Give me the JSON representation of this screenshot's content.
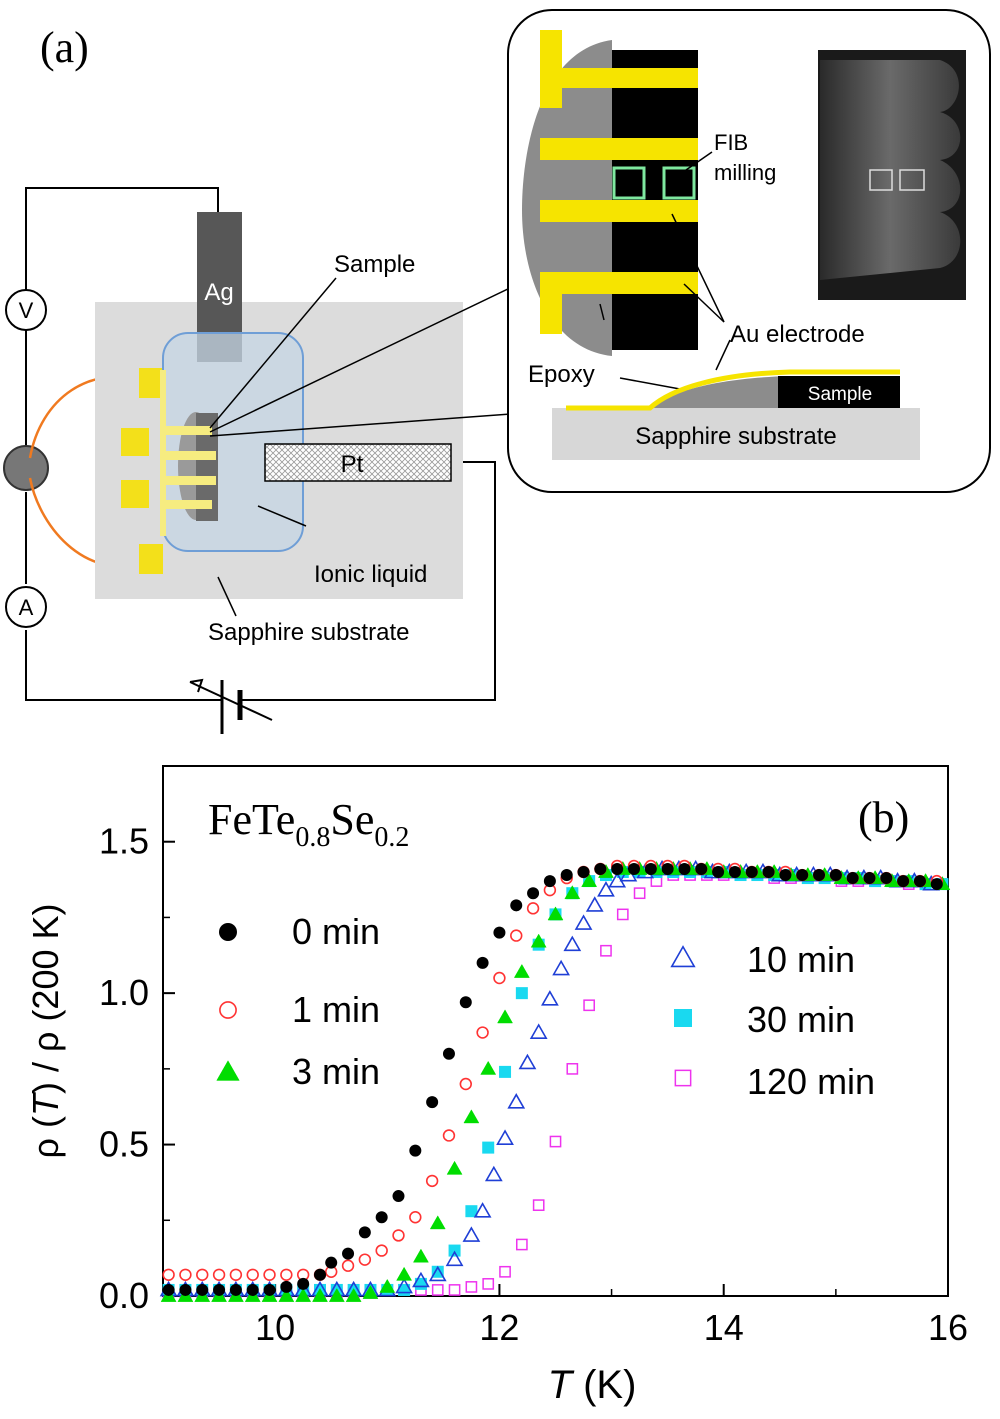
{
  "panel_a": {
    "label": "(a)",
    "voltmeter": "V",
    "ammeter": "A",
    "ag_electrode": "Ag",
    "pt_electrode": "Pt",
    "sample_callout": "Sample",
    "ionic_liquid": "Ionic liquid",
    "substrate": "Sapphire substrate",
    "inset": {
      "fib_line1": "FIB",
      "fib_line2": "milling",
      "au_electrode": "Au electrode",
      "epoxy": "Epoxy",
      "sample_box": "Sample",
      "substrate": "Sapphire substrate"
    }
  },
  "panel_b": {
    "label": "(b)",
    "material": {
      "base1": "FeTe",
      "sub1": "0.8",
      "base2": "Se",
      "sub2": "0.2"
    },
    "ylabel": {
      "p1": "ρ (",
      "T": "T",
      "p2": ") / ρ (200 K)"
    },
    "xlabel": {
      "T": "T",
      "rest": " (K)"
    },
    "legend": [
      "0 min",
      "1 min",
      "3 min",
      "10 min",
      "30 min",
      "120 min"
    ]
  },
  "chart_data": {
    "type": "scatter",
    "title": "",
    "xlabel": "T (K)",
    "ylabel": "ρ (T) / ρ (200 K)",
    "xlim": [
      9,
      16
    ],
    "ylim": [
      0,
      1.75
    ],
    "xticks": [
      10,
      12,
      14,
      16
    ],
    "yticks": [
      0.0,
      0.5,
      1.0,
      1.5
    ],
    "xtick_labels": [
      "10",
      "12",
      "14",
      "16"
    ],
    "ytick_labels": [
      "0.0",
      "0.5",
      "1.0",
      "1.5"
    ],
    "legend_position": "center",
    "series": [
      {
        "name": "0 min",
        "marker": "circle-filled",
        "color": "#000000",
        "x": [
          9.05,
          9.2,
          9.35,
          9.5,
          9.65,
          9.8,
          9.95,
          10.1,
          10.25,
          10.4,
          10.5,
          10.65,
          10.8,
          10.95,
          11.1,
          11.25,
          11.4,
          11.55,
          11.7,
          11.85,
          12.0,
          12.15,
          12.3,
          12.45,
          12.6,
          12.75,
          12.9,
          13.05,
          13.2,
          13.35,
          13.5,
          13.65,
          13.8,
          13.95,
          14.1,
          14.25,
          14.4,
          14.55,
          14.7,
          14.85,
          15.0,
          15.15,
          15.3,
          15.45,
          15.6,
          15.75,
          15.9
        ],
        "y": [
          0.02,
          0.02,
          0.02,
          0.02,
          0.02,
          0.02,
          0.02,
          0.03,
          0.04,
          0.07,
          0.11,
          0.14,
          0.21,
          0.26,
          0.33,
          0.48,
          0.64,
          0.8,
          0.97,
          1.1,
          1.2,
          1.29,
          1.33,
          1.37,
          1.39,
          1.4,
          1.41,
          1.41,
          1.41,
          1.41,
          1.41,
          1.41,
          1.41,
          1.4,
          1.4,
          1.4,
          1.4,
          1.39,
          1.39,
          1.39,
          1.39,
          1.38,
          1.38,
          1.38,
          1.37,
          1.37,
          1.36
        ]
      },
      {
        "name": "1 min",
        "marker": "circle-open",
        "color": "#ff3333",
        "x": [
          9.05,
          9.2,
          9.35,
          9.5,
          9.65,
          9.8,
          9.95,
          10.1,
          10.25,
          10.4,
          10.5,
          10.65,
          10.8,
          10.95,
          11.1,
          11.25,
          11.4,
          11.55,
          11.7,
          11.85,
          12.0,
          12.15,
          12.3,
          12.45,
          12.6,
          12.75,
          12.9,
          13.05,
          13.2,
          13.35,
          13.5,
          13.65,
          13.8,
          13.95,
          14.1,
          14.25,
          14.4,
          14.55,
          14.7,
          14.85,
          15.0,
          15.15,
          15.3,
          15.45,
          15.6,
          15.75,
          15.9
        ],
        "y": [
          0.07,
          0.07,
          0.07,
          0.07,
          0.07,
          0.07,
          0.07,
          0.07,
          0.07,
          0.07,
          0.08,
          0.1,
          0.12,
          0.15,
          0.2,
          0.26,
          0.38,
          0.53,
          0.7,
          0.87,
          1.05,
          1.19,
          1.28,
          1.34,
          1.38,
          1.4,
          1.41,
          1.42,
          1.42,
          1.42,
          1.42,
          1.42,
          1.41,
          1.41,
          1.41,
          1.4,
          1.4,
          1.4,
          1.39,
          1.39,
          1.39,
          1.38,
          1.38,
          1.38,
          1.37,
          1.37,
          1.37
        ]
      },
      {
        "name": "3 min",
        "marker": "triangle-filled",
        "color": "#00dd00",
        "x": [
          9.05,
          9.2,
          9.35,
          9.5,
          9.65,
          9.8,
          9.95,
          10.1,
          10.25,
          10.4,
          10.55,
          10.7,
          10.85,
          11.0,
          11.15,
          11.3,
          11.45,
          11.6,
          11.75,
          11.9,
          12.05,
          12.2,
          12.35,
          12.5,
          12.65,
          12.8,
          12.95,
          13.1,
          13.25,
          13.4,
          13.55,
          13.7,
          13.85,
          14.0,
          14.15,
          14.3,
          14.45,
          14.6,
          14.75,
          14.9,
          15.05,
          15.2,
          15.35,
          15.5,
          15.65,
          15.8,
          15.95
        ],
        "y": [
          0.0,
          0.0,
          0.0,
          0.0,
          0.0,
          0.0,
          0.0,
          0.0,
          0.0,
          0.0,
          0.0,
          0.0,
          0.01,
          0.03,
          0.07,
          0.13,
          0.24,
          0.42,
          0.59,
          0.75,
          0.92,
          1.07,
          1.17,
          1.26,
          1.33,
          1.37,
          1.4,
          1.41,
          1.41,
          1.41,
          1.41,
          1.41,
          1.41,
          1.4,
          1.4,
          1.4,
          1.4,
          1.39,
          1.39,
          1.39,
          1.38,
          1.38,
          1.38,
          1.37,
          1.37,
          1.37,
          1.36
        ]
      },
      {
        "name": "10 min",
        "marker": "triangle-open",
        "color": "#1f3fd6",
        "x": [
          9.05,
          9.2,
          9.35,
          9.5,
          9.65,
          9.8,
          9.95,
          10.1,
          10.25,
          10.4,
          10.55,
          10.7,
          10.85,
          11.0,
          11.15,
          11.3,
          11.45,
          11.6,
          11.75,
          11.85,
          11.95,
          12.05,
          12.15,
          12.25,
          12.35,
          12.45,
          12.55,
          12.65,
          12.75,
          12.85,
          12.95,
          13.05,
          13.15,
          13.3,
          13.45,
          13.6,
          13.75,
          13.9,
          14.05,
          14.2,
          14.35,
          14.5,
          14.65,
          14.8,
          14.95,
          15.1,
          15.25,
          15.4,
          15.55,
          15.7,
          15.85
        ],
        "y": [
          0.02,
          0.02,
          0.02,
          0.02,
          0.02,
          0.02,
          0.02,
          0.02,
          0.02,
          0.02,
          0.02,
          0.02,
          0.02,
          0.02,
          0.03,
          0.05,
          0.07,
          0.12,
          0.2,
          0.28,
          0.4,
          0.52,
          0.64,
          0.77,
          0.87,
          0.98,
          1.08,
          1.16,
          1.23,
          1.29,
          1.34,
          1.37,
          1.39,
          1.4,
          1.41,
          1.41,
          1.41,
          1.4,
          1.4,
          1.4,
          1.4,
          1.39,
          1.39,
          1.39,
          1.39,
          1.38,
          1.38,
          1.38,
          1.37,
          1.37,
          1.36
        ]
      },
      {
        "name": "30 min",
        "marker": "square-filled",
        "color": "#19d9f0",
        "x": [
          9.05,
          9.2,
          9.35,
          9.5,
          9.65,
          9.8,
          9.95,
          10.1,
          10.25,
          10.4,
          10.55,
          10.7,
          10.85,
          11.0,
          11.15,
          11.3,
          11.45,
          11.6,
          11.75,
          11.9,
          12.05,
          12.2,
          12.35,
          12.5,
          12.65,
          12.8,
          12.95,
          13.1,
          13.25,
          13.4,
          13.55,
          13.7,
          13.85,
          14.0,
          14.15,
          14.3,
          14.45,
          14.6,
          14.75,
          14.9,
          15.05,
          15.2,
          15.35,
          15.5,
          15.65,
          15.8,
          15.95
        ],
        "y": [
          0.02,
          0.02,
          0.02,
          0.02,
          0.02,
          0.02,
          0.02,
          0.02,
          0.02,
          0.02,
          0.02,
          0.02,
          0.02,
          0.02,
          0.02,
          0.04,
          0.08,
          0.15,
          0.28,
          0.49,
          0.74,
          1.0,
          1.16,
          1.26,
          1.33,
          1.37,
          1.39,
          1.4,
          1.4,
          1.4,
          1.4,
          1.4,
          1.4,
          1.4,
          1.39,
          1.39,
          1.39,
          1.39,
          1.38,
          1.38,
          1.38,
          1.38,
          1.37,
          1.37,
          1.37,
          1.36,
          1.36
        ]
      },
      {
        "name": "120 min",
        "marker": "square-open",
        "color": "#ee33ee",
        "x": [
          9.05,
          9.2,
          9.35,
          9.5,
          9.65,
          9.8,
          9.95,
          10.1,
          10.25,
          10.4,
          10.55,
          10.7,
          10.85,
          11.0,
          11.15,
          11.3,
          11.45,
          11.6,
          11.75,
          11.9,
          12.05,
          12.2,
          12.35,
          12.5,
          12.65,
          12.8,
          12.95,
          13.1,
          13.25,
          13.4,
          13.55,
          13.7,
          13.85,
          14.0,
          14.15,
          14.3,
          14.45,
          14.6,
          14.75,
          14.9,
          15.05,
          15.2,
          15.35,
          15.5,
          15.65,
          15.8,
          15.95
        ],
        "y": [
          0.01,
          0.01,
          0.01,
          0.01,
          0.01,
          0.01,
          0.01,
          0.01,
          0.01,
          0.01,
          0.01,
          0.01,
          0.01,
          0.02,
          0.02,
          0.02,
          0.02,
          0.02,
          0.03,
          0.04,
          0.08,
          0.17,
          0.3,
          0.51,
          0.75,
          0.96,
          1.14,
          1.26,
          1.33,
          1.37,
          1.39,
          1.39,
          1.39,
          1.39,
          1.39,
          1.39,
          1.38,
          1.38,
          1.38,
          1.38,
          1.37,
          1.37,
          1.37,
          1.37,
          1.36,
          1.36,
          1.36
        ]
      }
    ]
  }
}
